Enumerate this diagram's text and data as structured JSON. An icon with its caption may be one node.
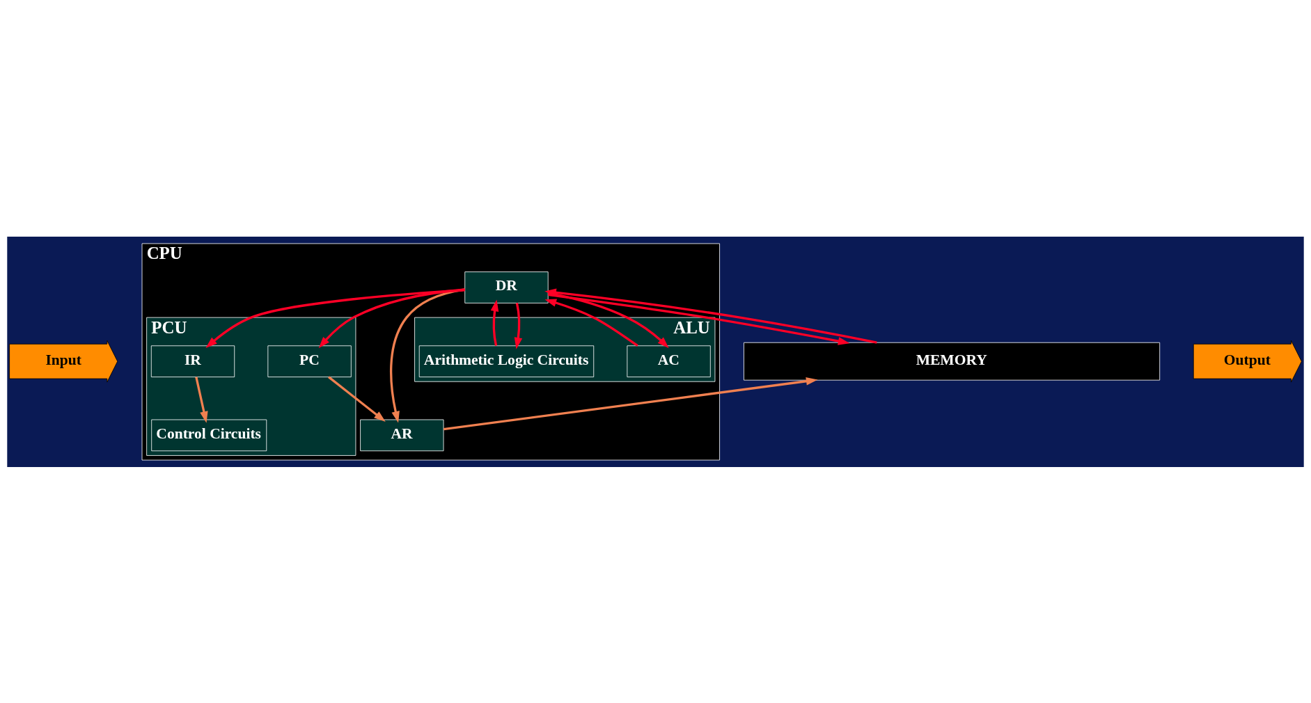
{
  "diagram": {
    "nodes": [
      {
        "text": [
          "Input"
        ]
      },
      {
        "text": [
          "MEMORY"
        ]
      },
      {
        "text": [
          "Output"
        ]
      },
      {
        "text": [
          "CPU"
        ]
      },
      {
        "text": [
          "AR"
        ],
        "in": 3
      },
      {
        "text": [
          "DR"
        ],
        "in": 3
      },
      {
        "text": [
          "PCU"
        ],
        "in": 3
      },
      {
        "text": [
          "PC"
        ],
        "in": 6
      },
      {
        "text": [
          "IR"
        ],
        "in": 6
      },
      {
        "text": [
          "Control Circuits"
        ],
        "in": 6
      },
      {
        "text": [
          "ALU"
        ],
        "in": 3
      },
      {
        "text": [
          "AC"
        ],
        "in": 10
      },
      {
        "text": [
          "Arithmetic Logic Circuits"
        ],
        "in": 10
      }
    ],
    "edges": [
      {
        "from": 4,
        "to": 1,
        "arrow": "to",
        "color": "#f08050"
      },
      {
        "from": 1,
        "to": 5,
        "arrow": "to"
      },
      {
        "from": 5,
        "to": 1,
        "arrow": "to"
      },
      {
        "from": 5,
        "to": 4,
        "arrow": "to",
        "color": "#f08050"
      },
      {
        "from": 5,
        "to": 7,
        "arrow": "to"
      },
      {
        "from": 5,
        "to": 8,
        "arrow": "to"
      },
      {
        "from": 7,
        "to": 4,
        "arrow": "to",
        "color": "#f08050"
      },
      {
        "from": 8,
        "to": 9,
        "arrow": "to",
        "color": "#f08050"
      },
      {
        "from": 5,
        "to": 11,
        "arrow": "to"
      },
      {
        "from": 11,
        "to": 5,
        "arrow": "to"
      },
      {
        "from": 5,
        "to": 12,
        "arrow": "to"
      },
      {
        "from": 12,
        "to": 5,
        "arrow": "to"
      }
    ]
  }
}
